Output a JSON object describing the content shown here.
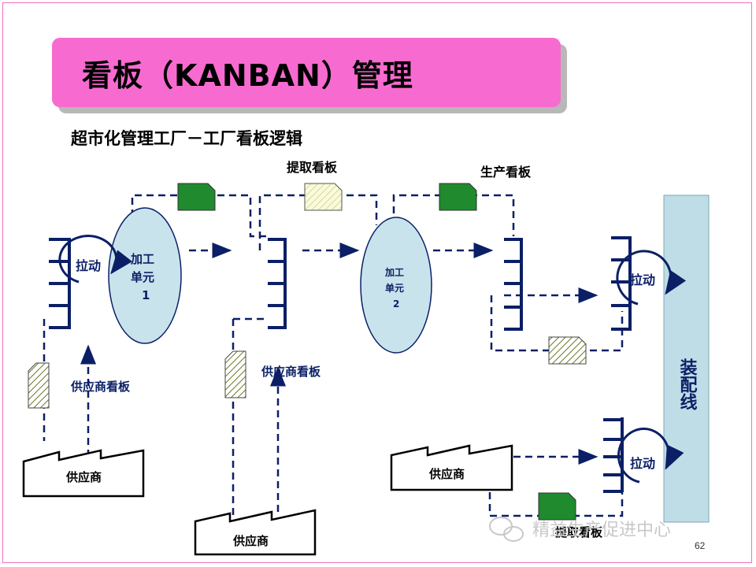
{
  "header": {
    "title": "看板（KANBAN）管理",
    "subtitle": "超市化管理工厂－工厂看板逻辑"
  },
  "labels": {
    "withdrawal_kanban": "提取看板",
    "production_kanban": "生产看板",
    "withdrawal_kanban_bottom": "提取看板",
    "pull": "拉动",
    "unit1_line1": "加工",
    "unit1_line2": "单元",
    "unit1_line3": "1",
    "unit2_line1": "加工",
    "unit2_line2": "单元",
    "unit2_line3": "2",
    "supplier_kanban_left": "供应商看板",
    "supplier_kanban_mid": "供应商看板",
    "supplier": "供应商",
    "assembly_line": "装配线"
  },
  "footer": {
    "watermark": "精益生产促进中心",
    "page_number": "62"
  },
  "colors": {
    "banner": "#f76bd0",
    "rack": "#0b1f66",
    "cell": "#c9e3ec",
    "assembly": "#bfdde6",
    "production_kanban": "#1f8a2e",
    "withdrawal_kanban": "#f3f3c2",
    "supplier_kanban": "#dfe8b8"
  }
}
